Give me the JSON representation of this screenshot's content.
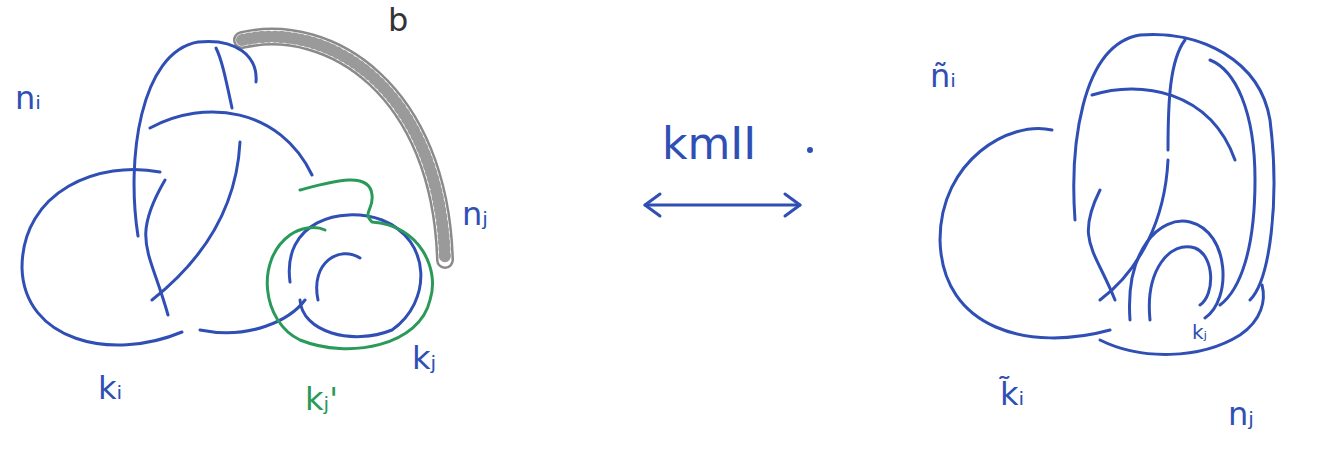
{
  "diagram": {
    "labels": [
      "nᵢ",
      "b",
      "nⱼ",
      "kᵢ",
      "kⱼ'",
      "kⱼ",
      "kmII",
      "ñᵢ",
      "k̃ᵢ",
      "kⱼ",
      "nⱼ"
    ]
  }
}
